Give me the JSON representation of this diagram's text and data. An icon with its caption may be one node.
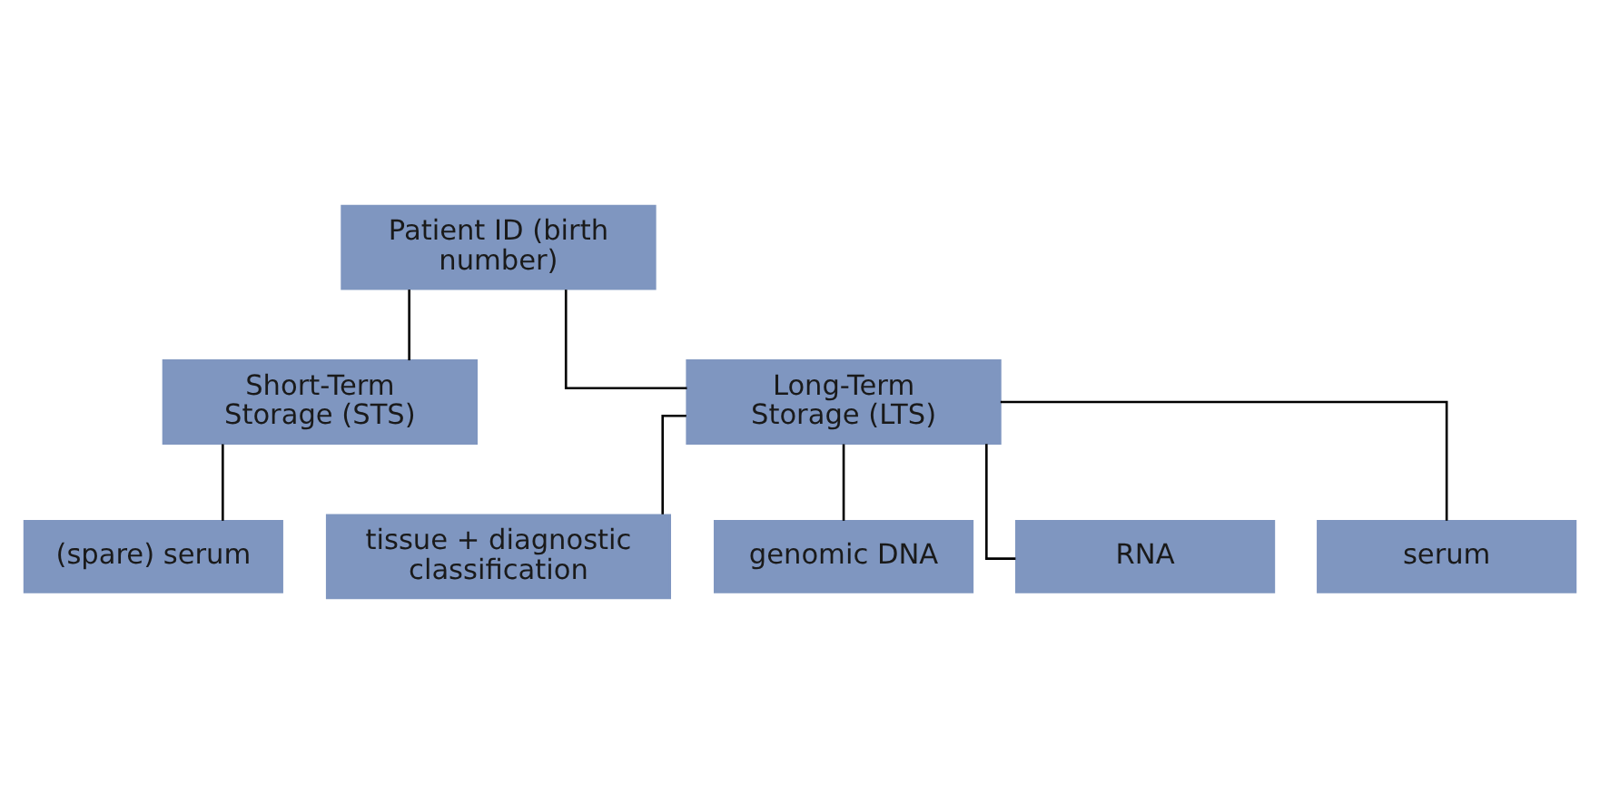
{
  "diagram": {
    "nodes": [
      {
        "text": [
          "Patient ID (birth number)"
        ]
      },
      {
        "text": [
          "Short-Term Storage (STS)"
        ]
      },
      {
        "text": [
          "Long-Term Storage (LTS)"
        ]
      },
      {
        "text": [
          "(spare) serum"
        ]
      },
      {
        "text": [
          "tissue + diagnostic classification"
        ]
      },
      {
        "text": [
          "genomic DNA"
        ]
      },
      {
        "text": [
          "RNA"
        ]
      },
      {
        "text": [
          "serum"
        ]
      }
    ],
    "edges": [
      {
        "from": 0,
        "to": 1,
        "arrow": "none"
      },
      {
        "from": 0,
        "to": 2,
        "arrow": "none"
      },
      {
        "from": 1,
        "to": 3,
        "arrow": "none"
      },
      {
        "from": 2,
        "to": 4,
        "arrow": "none"
      },
      {
        "from": 2,
        "to": 5,
        "arrow": "none"
      },
      {
        "from": 2,
        "to": 6,
        "arrow": "none"
      },
      {
        "from": 2,
        "to": 7,
        "arrow": "none"
      }
    ]
  }
}
